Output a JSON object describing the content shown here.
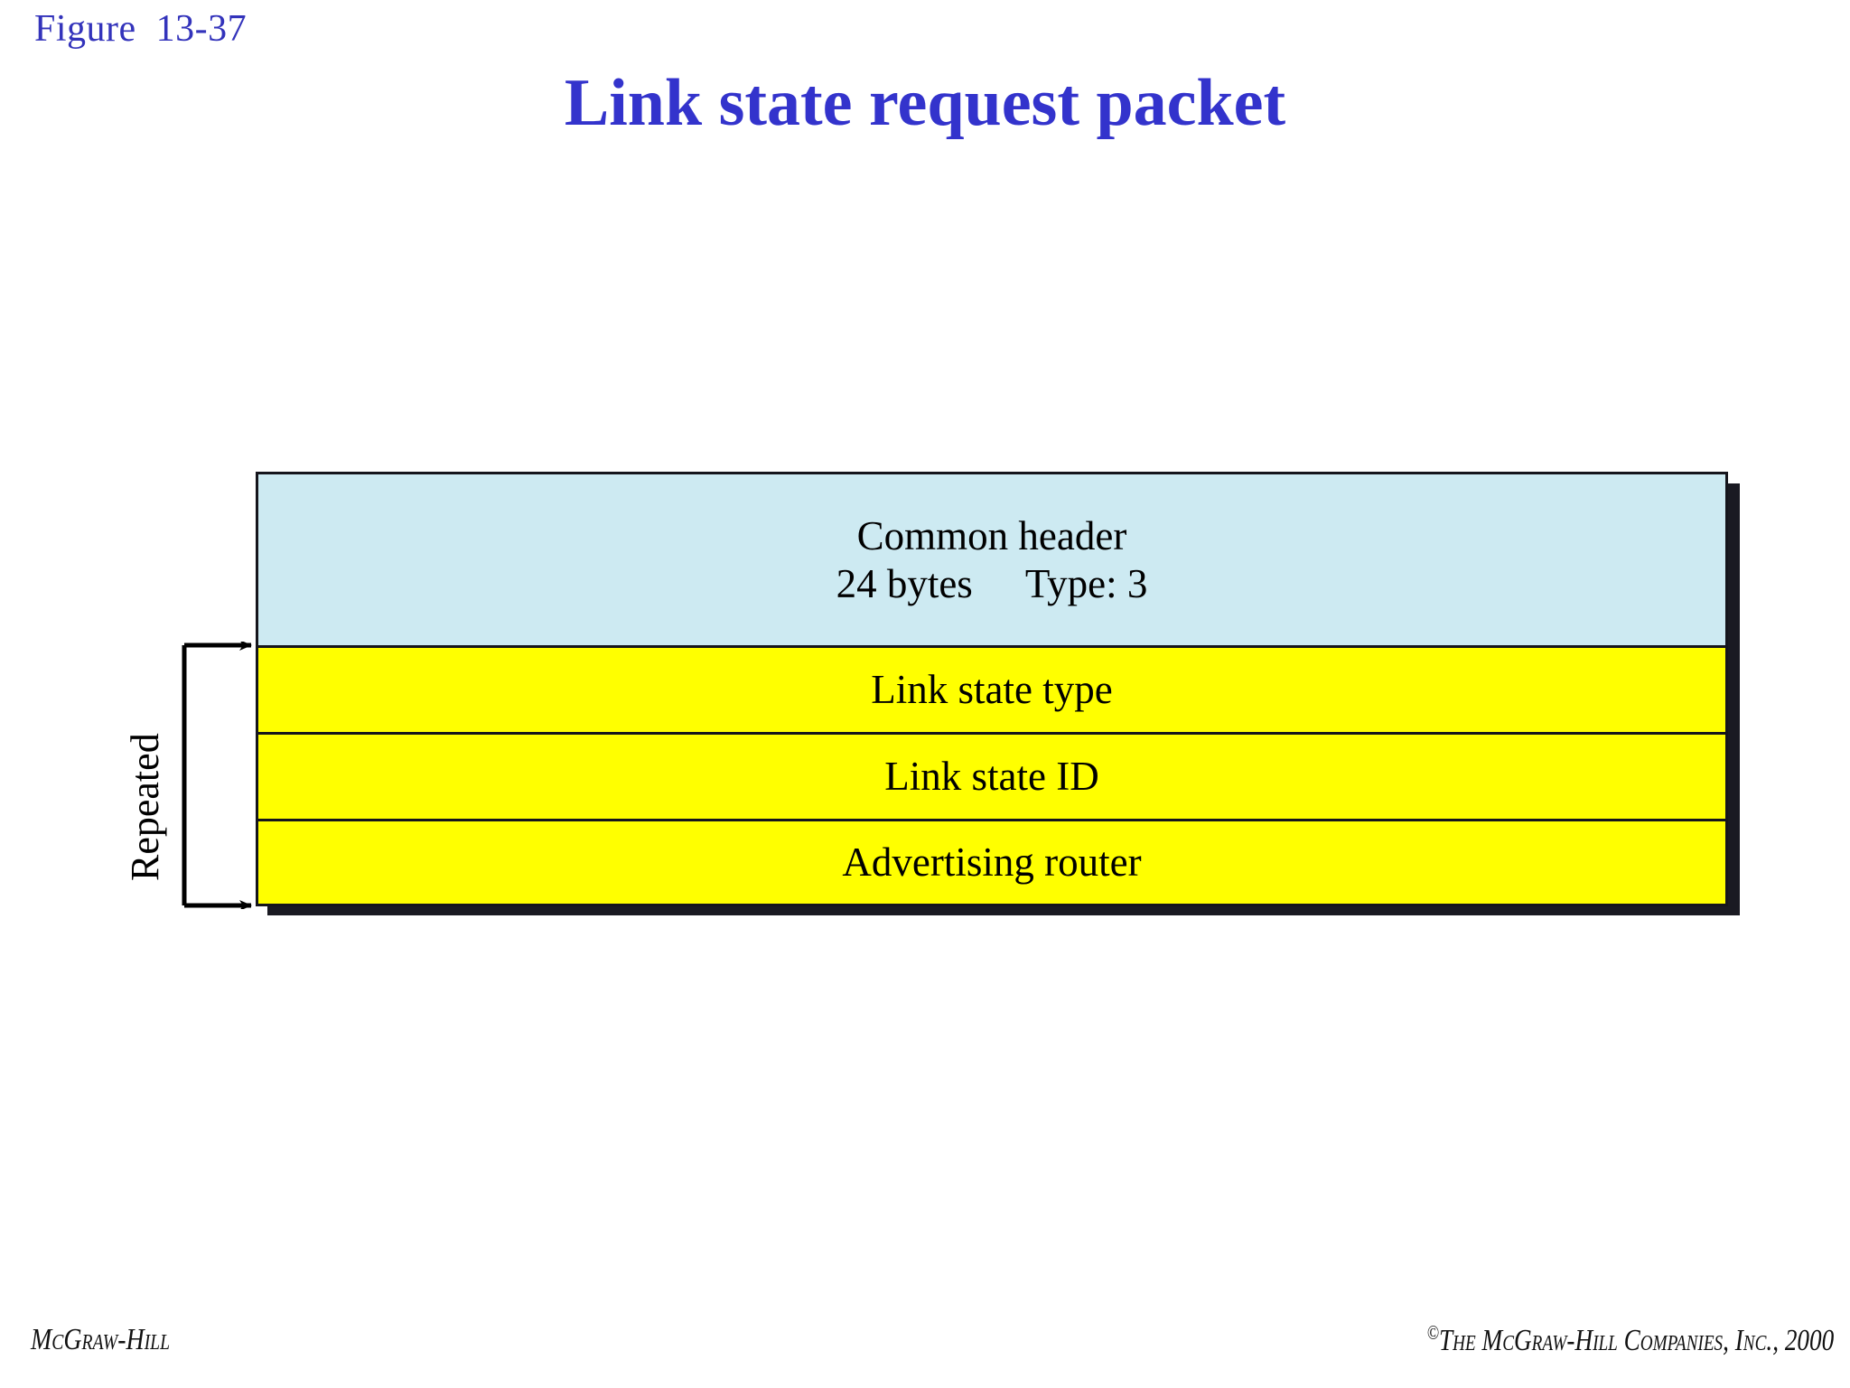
{
  "figure": {
    "label": "Figure  13-37"
  },
  "title": "Link state request packet",
  "diagram": {
    "name": "link-state-request-packet",
    "bracket_label": "Repeated",
    "rows": [
      {
        "id": "common-header",
        "line1": "Common header",
        "bytes": "24 bytes",
        "type": "Type: 3",
        "color": "#cdeaf2"
      },
      {
        "id": "link-state-type",
        "label": "Link state type",
        "color": "#ffff00"
      },
      {
        "id": "link-state-id",
        "label": "Link state ID",
        "color": "#ffff00"
      },
      {
        "id": "advertising-router",
        "label": "Advertising router",
        "color": "#ffff00"
      }
    ]
  },
  "footer": {
    "left": "McGraw-Hill",
    "copyright_mark": "©",
    "right": "The McGraw-Hill Companies, Inc., 2000"
  },
  "colors": {
    "title_blue": "#3333cc",
    "figure_blue": "#3333bb",
    "header_fill": "#cdeaf2",
    "row_fill": "#ffff00",
    "border": "#15151c",
    "shadow": "#1a1a22",
    "text": "#000000",
    "background": "#ffffff"
  }
}
